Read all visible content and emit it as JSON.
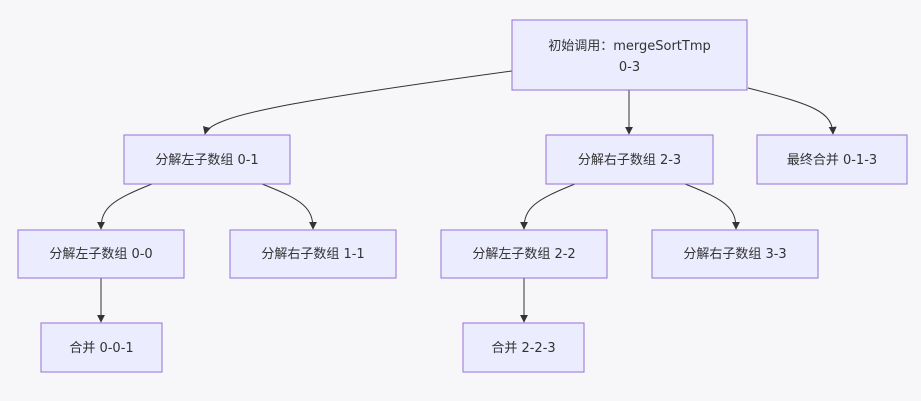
{
  "diagram": {
    "root": {
      "line1": "初始调用：mergeSortTmp",
      "line2": "0-3"
    },
    "split_left_0_1": "分解左子数组 0-1",
    "split_right_2_3": "分解右子数组 2-3",
    "final_merge_0_1_3": "最终合并 0-1-3",
    "split_left_0_0": "分解左子数组 0-0",
    "split_right_1_1": "分解右子数组 1-1",
    "split_left_2_2": "分解左子数组 2-2",
    "split_right_3_3": "分解右子数组 3-3",
    "merge_0_0_1": "合并 0-0-1",
    "merge_2_2_3": "合并 2-2-3"
  },
  "colors": {
    "background": "#f7f6f8",
    "node_fill": "#ececff",
    "node_border": "#9370db",
    "edge": "#333333",
    "text": "#333333"
  }
}
